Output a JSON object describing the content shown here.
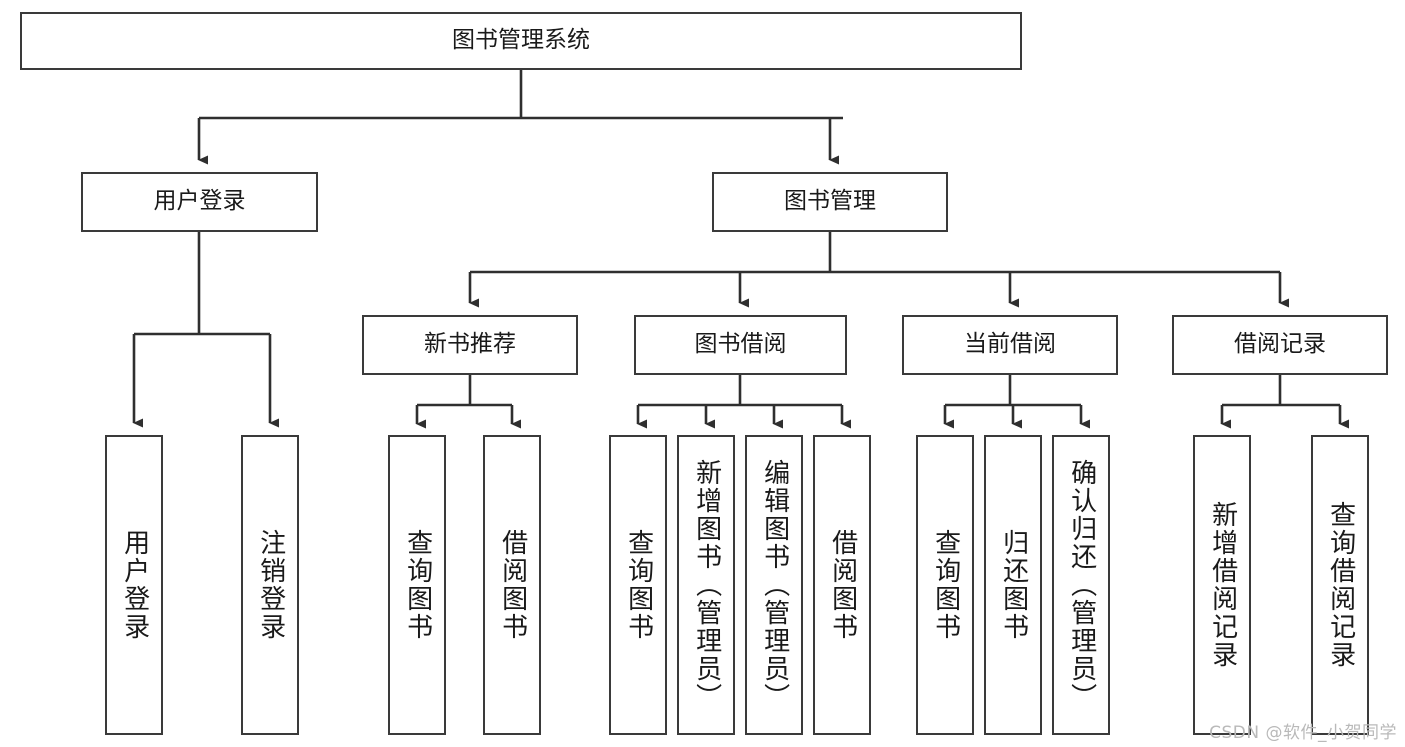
{
  "diagram": {
    "type": "tree-hierarchy-chart",
    "title": "图书管理系统",
    "watermark": "CSDN @软件_小贺同学",
    "colors": {
      "box_border": "#3a3a3a",
      "box_fill": "#ffffff",
      "connector": "#2f2f2f",
      "text": "#1a1a1a",
      "watermark": "#b9b9b9",
      "background": "#ffffff"
    },
    "levels": {
      "root": {
        "label": "图书管理系统"
      },
      "level2": [
        {
          "label": "用户登录"
        },
        {
          "label": "图书管理"
        }
      ],
      "level3": [
        {
          "label": "新书推荐"
        },
        {
          "label": "图书借阅"
        },
        {
          "label": "当前借阅"
        },
        {
          "label": "借阅记录"
        }
      ],
      "leaves": {
        "user_login": [
          {
            "label": "用户登录"
          },
          {
            "label": "注销登录"
          }
        ],
        "new_book_recommend": [
          {
            "label": "查询图书"
          },
          {
            "label": "借阅图书"
          }
        ],
        "book_borrow": [
          {
            "label": "查询图书"
          },
          {
            "label": "新增图书（管理员）"
          },
          {
            "label": "编辑图书（管理员）"
          },
          {
            "label": "借阅图书"
          }
        ],
        "current_borrow": [
          {
            "label": "查询图书"
          },
          {
            "label": "归还图书"
          },
          {
            "label": "确认归还（管理员）"
          }
        ],
        "borrow_record": [
          {
            "label": "新增借阅记录"
          },
          {
            "label": "查询借阅记录"
          }
        ]
      }
    }
  }
}
